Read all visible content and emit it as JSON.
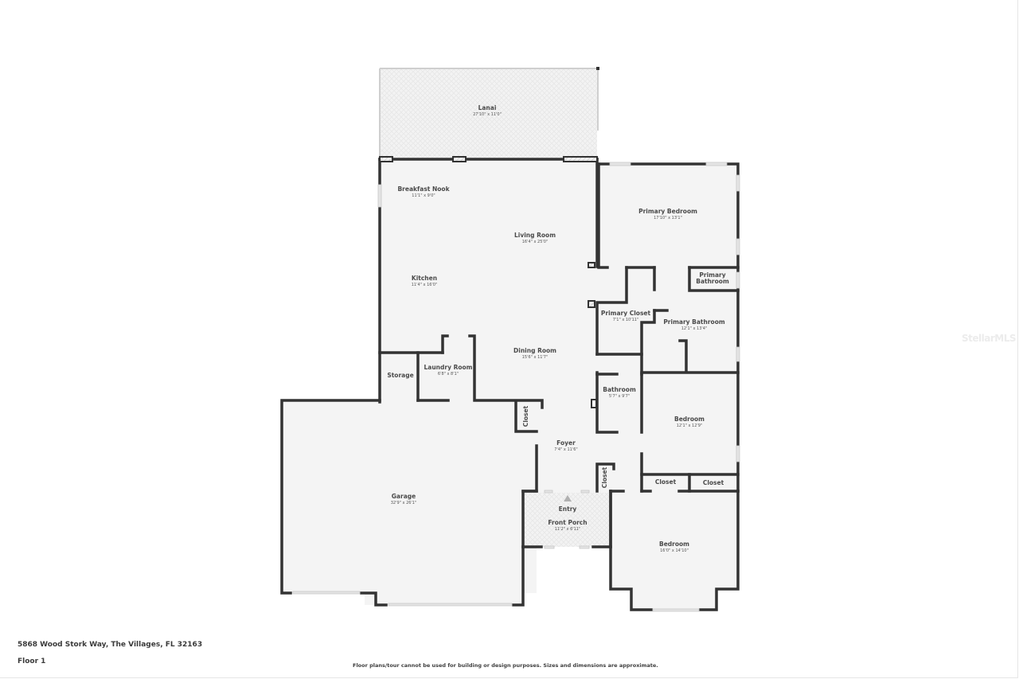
{
  "plan": {
    "address": "5868 Wood Stork Way, The Villages, FL 32163",
    "floor": "Floor 1",
    "disclaimer": "Floor plans/tour cannot be used for building or design purposes. Sizes and dimensions are approximate.",
    "watermark": "StellarMLS",
    "colors": {
      "wall": "#333333",
      "floor": "#f4f4f4",
      "window": "#dcdcdc",
      "background": "#ffffff",
      "text": "#4a4a4a"
    }
  },
  "rooms": {
    "lanai": {
      "name": "Lanai",
      "dims": "27'10\" x 11'0\""
    },
    "breakfast_nook": {
      "name": "Breakfast Nook",
      "dims": "11'1\" x 9'0\""
    },
    "living_room": {
      "name": "Living Room",
      "dims": "16'4\" x 25'0\""
    },
    "kitchen": {
      "name": "Kitchen",
      "dims": "11'4\" x 16'0\""
    },
    "primary_bedroom": {
      "name": "Primary Bedroom",
      "dims": "17'10\" x 13'1\""
    },
    "primary_bathroom_small": {
      "name": "Primary Bathroom"
    },
    "primary_closet": {
      "name": "Primary Closet",
      "dims": "7'1\" x 10'11\""
    },
    "primary_bathroom": {
      "name": "Primary Bathroom",
      "dims": "12'1\" x 13'4\""
    },
    "dining_room": {
      "name": "Dining Room",
      "dims": "15'6\" x 11'7\""
    },
    "storage": {
      "name": "Storage"
    },
    "laundry_room": {
      "name": "Laundry Room",
      "dims": "6'8\" x 8'1\""
    },
    "bathroom": {
      "name": "Bathroom",
      "dims": "5'7\" x 9'7\""
    },
    "bedroom_2": {
      "name": "Bedroom",
      "dims": "12'1\" x 12'9\""
    },
    "garage_closet": {
      "name": "Closet"
    },
    "foyer": {
      "name": "Foyer",
      "dims": "7'4\" x 11'6\""
    },
    "foyer_closet": {
      "name": "Closet"
    },
    "closet_a": {
      "name": "Closet"
    },
    "closet_b": {
      "name": "Closet"
    },
    "garage": {
      "name": "Garage",
      "dims": "32'9\" x 26'1\""
    },
    "entry": {
      "name": "Entry"
    },
    "front_porch": {
      "name": "Front Porch",
      "dims": "11'2\" x 6'11\""
    },
    "bedroom_3": {
      "name": "Bedroom",
      "dims": "16'0\" x 14'10\""
    }
  }
}
